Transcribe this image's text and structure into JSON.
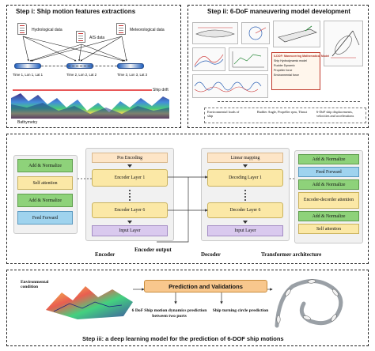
{
  "step1": {
    "title": "Step i: Ship motion features extractions",
    "sources": [
      "Hydrological data",
      "AIS data",
      "Meteorological data"
    ],
    "times": [
      "Time 1, Lon 1, Lat 1",
      "Time 2, Lon 2, Lat 2",
      "Time 3, Lon 3, Lat 3"
    ],
    "ship_drift": "Ship drift",
    "bathymetry": "Bathymetry"
  },
  "step2": {
    "title": "Step ii: 6-DoF maneuvering model development",
    "model_lines": [
      "6-DOF: Maneuvering Mathematical Model",
      "Ship Hydrodynamic model",
      "Rudder Dynamic",
      "Propeller force",
      "Environmental force"
    ],
    "inputs": [
      "Environmental loads of ship",
      "Rudder Angle, Propeller rpm, Thrust",
      "6-DoF ship displacements, velocities and accelerations"
    ]
  },
  "transformer": {
    "left_blocks": [
      "Add & Normalize",
      "Self attention",
      "Add & Normalize",
      "Feed Forward"
    ],
    "encoder": {
      "pos": "Pos Encoding",
      "layer1": "Encoder Layer 1",
      "layer6": "Encoder Layer 6",
      "input": "Input Layer",
      "label": "Encoder"
    },
    "encoder_output": "Encoder output",
    "decoder": {
      "linear": "Linear mapping",
      "layer1": "Decoding Layer 1",
      "layer6": "Decoder Layer 6",
      "input": "Input Layer",
      "label": "Decoder"
    },
    "right_blocks": [
      "Add & Normalize",
      "Feed Forward",
      "Add & Normalize",
      "Encoder-decorder attention",
      "Add & Normalize",
      "Self attention"
    ],
    "architecture_label": "Transformer architecture"
  },
  "step3": {
    "title": "Step iii: a deep learning model for the prediction of 6-DOF ship motions",
    "env_label": "Environmental condition",
    "prediction_title": "Prediction and Validations",
    "result1": "6 DoF Ship motion dynamics prediction between two ports",
    "result2": "Ship turning circle prediction"
  }
}
